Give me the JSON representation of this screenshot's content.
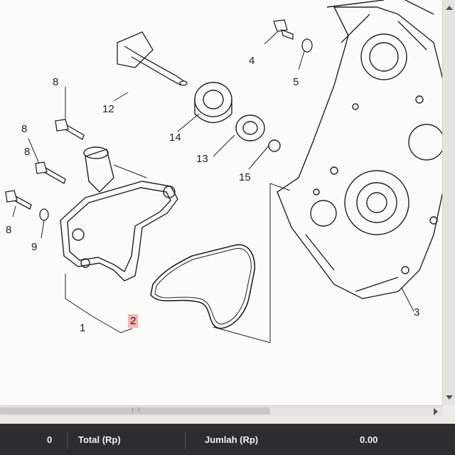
{
  "diagram": {
    "callouts": [
      "1",
      "2",
      "3",
      "4",
      "5",
      "8",
      "8",
      "8",
      "8",
      "9",
      "12",
      "13",
      "14",
      "15"
    ],
    "highlighted_callout": "2",
    "highlight_color": "#f3b4b0"
  },
  "footer": {
    "quantity": "0",
    "total_label": "Total (Rp)",
    "amount_label": "Jumlah (Rp)",
    "amount_value": "0.00",
    "background": "#2d2d2f"
  }
}
